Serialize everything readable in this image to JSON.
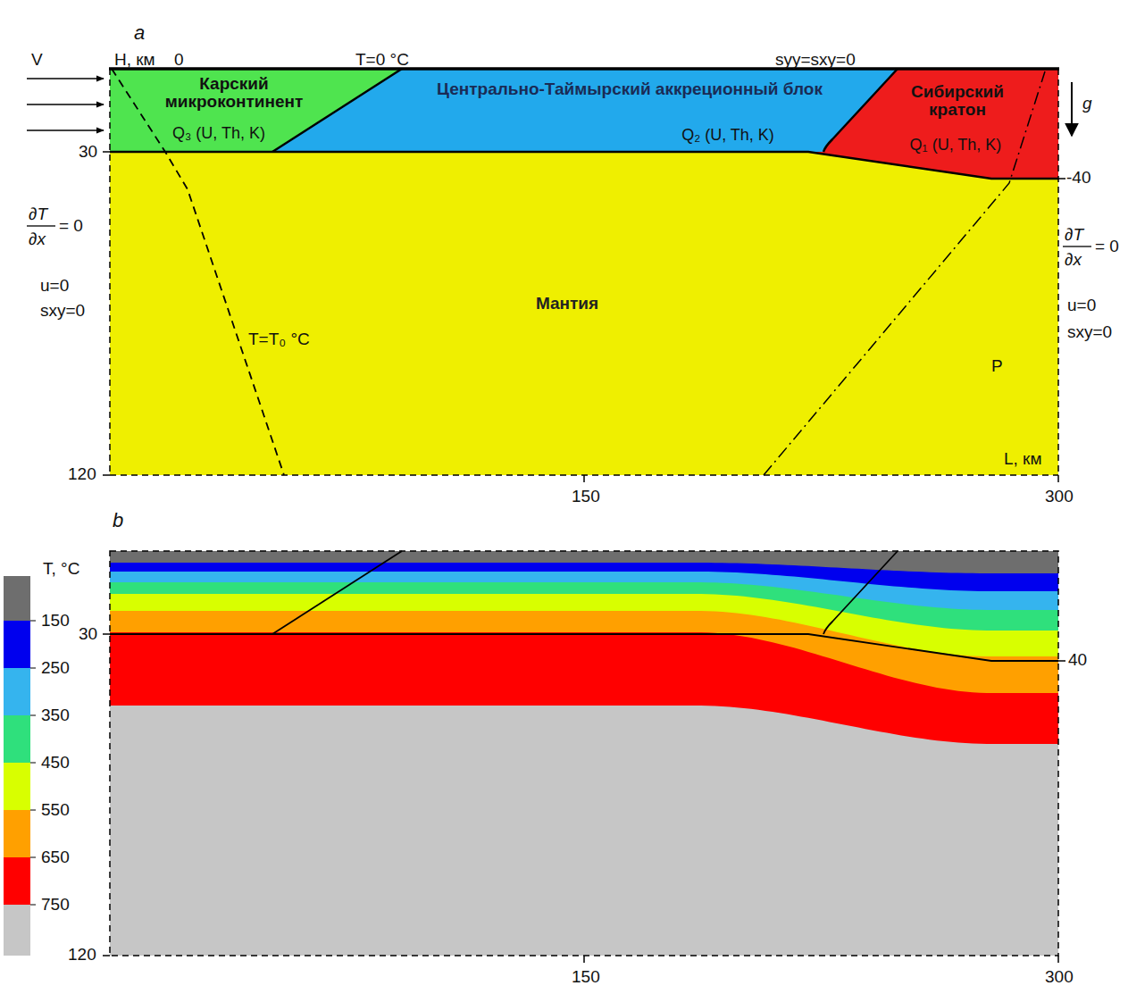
{
  "diagram": {
    "nodes": [
      {
        "text": [
          "Карский микроконтинент",
          "Q₃ (U, Th, K)"
        ]
      },
      {
        "text": [
          "Центрально-Таймырский аккреционный блок",
          "Q₂ (U, Th, K)"
        ]
      },
      {
        "text": [
          "Сибирский кратон",
          "Q₁ (U, Th, K)"
        ]
      },
      {
        "text": [
          "Мантия"
        ]
      }
    ],
    "edges": [],
    "labels": [
      "a",
      "V",
      "H, км",
      "0",
      "T=0 °C",
      "syy=sxy=0",
      "g",
      "30",
      "-40",
      "∂T",
      "∂x",
      "= 0",
      "u=0",
      "sxy=0",
      "T=T₀ °C",
      "∂T",
      "∂x",
      "= 0",
      "u=0",
      "sxy=0",
      "P",
      "L, км",
      "120",
      "150",
      "300",
      "b",
      "T, °C",
      "30",
      "40",
      "120",
      "150",
      "300"
    ],
    "legend": [
      {
        "text": "150",
        "color": "#0000ee"
      },
      {
        "text": "250",
        "color": "#35b4ee"
      },
      {
        "text": "350",
        "color": "#2fe07c"
      },
      {
        "text": "450",
        "color": "#d8ff00"
      },
      {
        "text": "550",
        "color": "#ffa000"
      },
      {
        "text": "650",
        "color": "#ff0000"
      },
      {
        "text": "750",
        "color": "#c6c6c6"
      }
    ]
  }
}
